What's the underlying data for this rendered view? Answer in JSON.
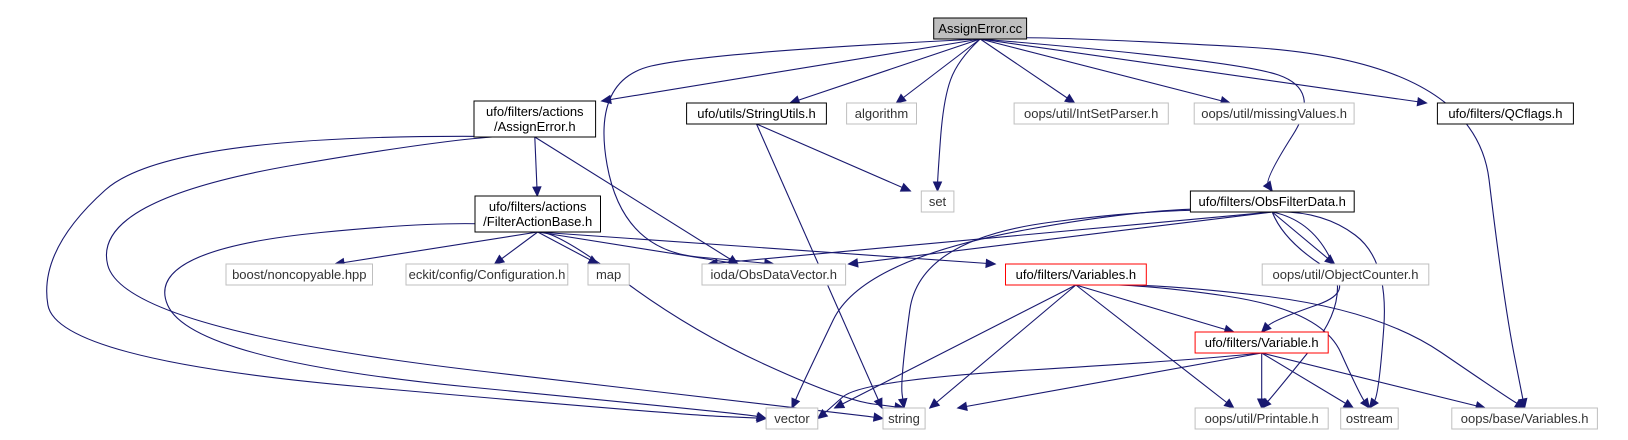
{
  "nodes": [
    {
      "id": "root",
      "label": "AssignError.cc",
      "style": "root"
    },
    {
      "id": "assign",
      "label": "ufo/filters/actions\n/AssignError.h",
      "style": "doc"
    },
    {
      "id": "strutils",
      "label": "ufo/utils/StringUtils.h",
      "style": "doc"
    },
    {
      "id": "algorithm",
      "label": "algorithm",
      "style": "ext"
    },
    {
      "id": "intset",
      "label": "oops/util/IntSetParser.h",
      "style": "ext"
    },
    {
      "id": "missing",
      "label": "oops/util/missingValues.h",
      "style": "ext"
    },
    {
      "id": "qcflags",
      "label": "ufo/filters/QCflags.h",
      "style": "doc"
    },
    {
      "id": "fab",
      "label": "ufo/filters/actions\n/FilterActionBase.h",
      "style": "doc"
    },
    {
      "id": "set",
      "label": "set",
      "style": "ext"
    },
    {
      "id": "obsfd",
      "label": "ufo/filters/ObsFilterData.h",
      "style": "doc"
    },
    {
      "id": "boost",
      "label": "boost/noncopyable.hpp",
      "style": "ext"
    },
    {
      "id": "eckit",
      "label": "eckit/config/Configuration.h",
      "style": "ext"
    },
    {
      "id": "map",
      "label": "map",
      "style": "ext"
    },
    {
      "id": "iodavec",
      "label": "ioda/ObsDataVector.h",
      "style": "ext"
    },
    {
      "id": "vars",
      "label": "ufo/filters/Variables.h",
      "style": "red"
    },
    {
      "id": "objcounter",
      "label": "oops/util/ObjectCounter.h",
      "style": "ext"
    },
    {
      "id": "var",
      "label": "ufo/filters/Variable.h",
      "style": "red"
    },
    {
      "id": "vector",
      "label": "vector",
      "style": "ext"
    },
    {
      "id": "string",
      "label": "string",
      "style": "ext"
    },
    {
      "id": "printable",
      "label": "oops/util/Printable.h",
      "style": "ext"
    },
    {
      "id": "ostream",
      "label": "ostream",
      "style": "ext"
    },
    {
      "id": "oopsvars",
      "label": "oops/base/Variables.h",
      "style": "ext"
    }
  ],
  "edges": [
    [
      "root",
      "assign"
    ],
    [
      "root",
      "iodavec"
    ],
    [
      "root",
      "strutils"
    ],
    [
      "root",
      "algorithm"
    ],
    [
      "root",
      "set"
    ],
    [
      "root",
      "intset"
    ],
    [
      "root",
      "missing"
    ],
    [
      "root",
      "obsfd"
    ],
    [
      "root",
      "qcflags"
    ],
    [
      "root",
      "oopsvars"
    ],
    [
      "assign",
      "fab"
    ],
    [
      "assign",
      "iodavec"
    ],
    [
      "assign",
      "vector"
    ],
    [
      "assign",
      "string"
    ],
    [
      "strutils",
      "set"
    ],
    [
      "strutils",
      "string"
    ],
    [
      "fab",
      "boost"
    ],
    [
      "fab",
      "eckit"
    ],
    [
      "fab",
      "map"
    ],
    [
      "fab",
      "iodavec"
    ],
    [
      "fab",
      "vars"
    ],
    [
      "fab",
      "vector"
    ],
    [
      "fab",
      "string"
    ],
    [
      "obsfd",
      "map"
    ],
    [
      "obsfd",
      "iodavec"
    ],
    [
      "obsfd",
      "objcounter"
    ],
    [
      "obsfd",
      "var"
    ],
    [
      "obsfd",
      "vector"
    ],
    [
      "obsfd",
      "string"
    ],
    [
      "obsfd",
      "printable"
    ],
    [
      "obsfd",
      "ostream"
    ],
    [
      "vars",
      "var"
    ],
    [
      "vars",
      "vector"
    ],
    [
      "vars",
      "string"
    ],
    [
      "vars",
      "printable"
    ],
    [
      "vars",
      "ostream"
    ],
    [
      "vars",
      "oopsvars"
    ],
    [
      "var",
      "vector"
    ],
    [
      "var",
      "string"
    ],
    [
      "var",
      "printable"
    ],
    [
      "var",
      "ostream"
    ],
    [
      "var",
      "oopsvars"
    ]
  ],
  "colors": {
    "edge": "#191970",
    "doc_border": "#000000",
    "ext_border": "#bfbfbf",
    "ext_text": "#333333",
    "red_border": "#ff0000",
    "root_fill": "#bfbfbf"
  }
}
